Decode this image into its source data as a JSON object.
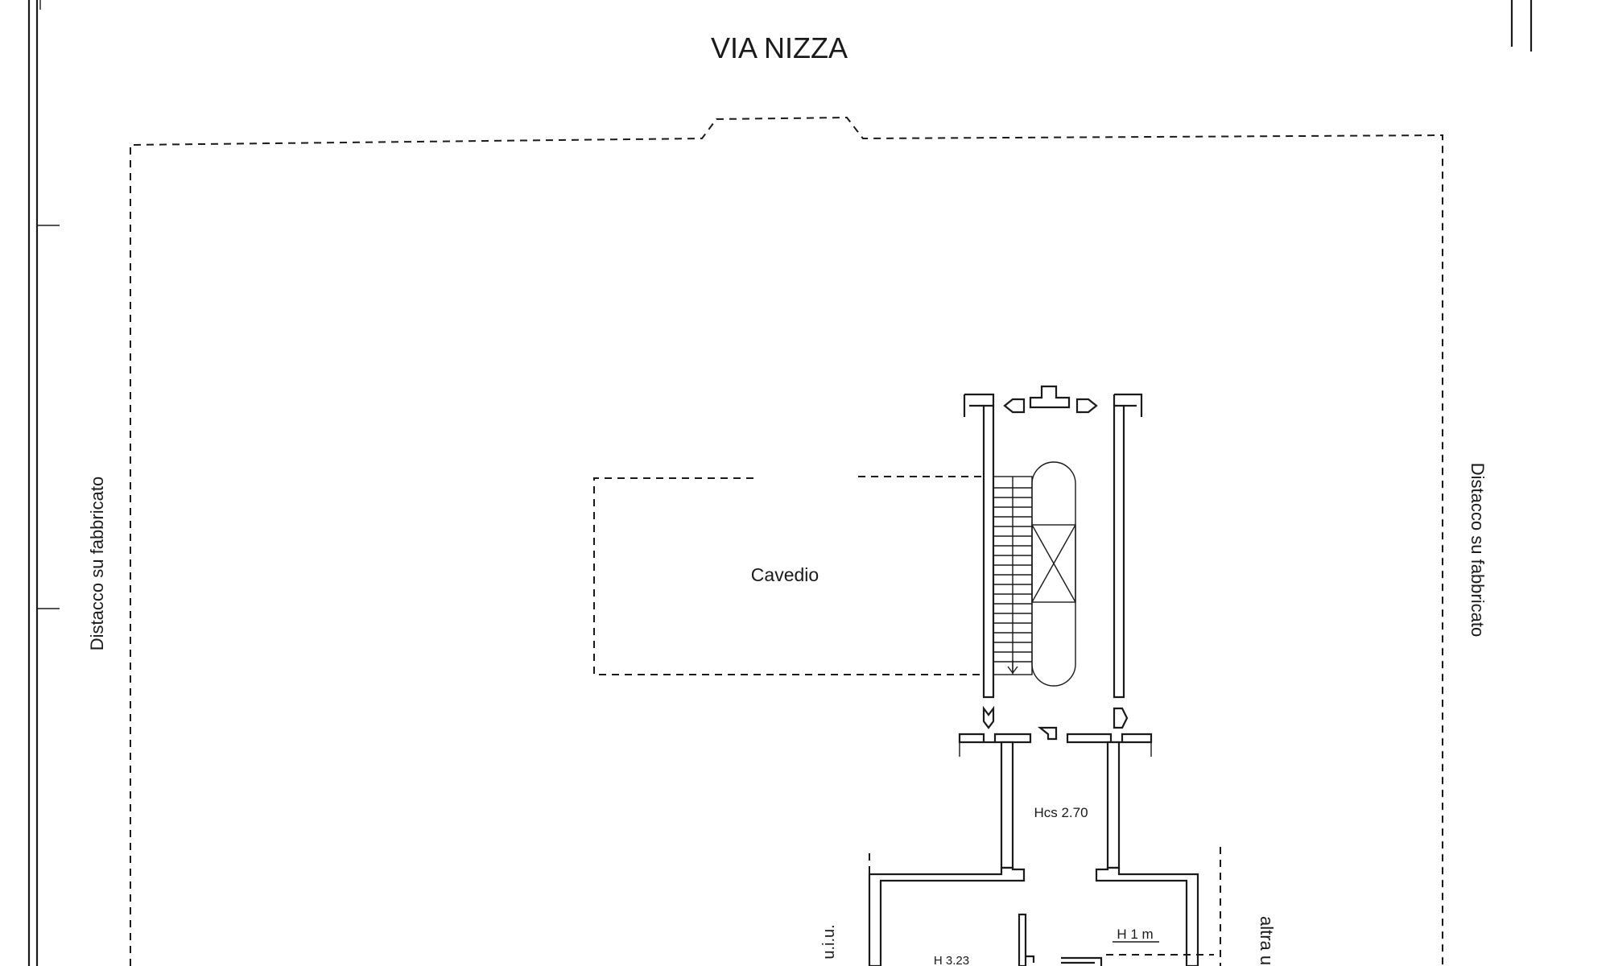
{
  "plan": {
    "street_label": "VIA NIZZA",
    "left_boundary_label": "Distacco su fabbricato",
    "right_boundary_label": "Distacco su fabbricato",
    "courtyard_label": "Cavedio",
    "corridor_height_label": "Hcs 2.70",
    "room_height_label": "H 3.23",
    "low_height_label": "H 1 m",
    "left_unit_label": "u.i.u.",
    "right_unit_label": "altra u"
  }
}
